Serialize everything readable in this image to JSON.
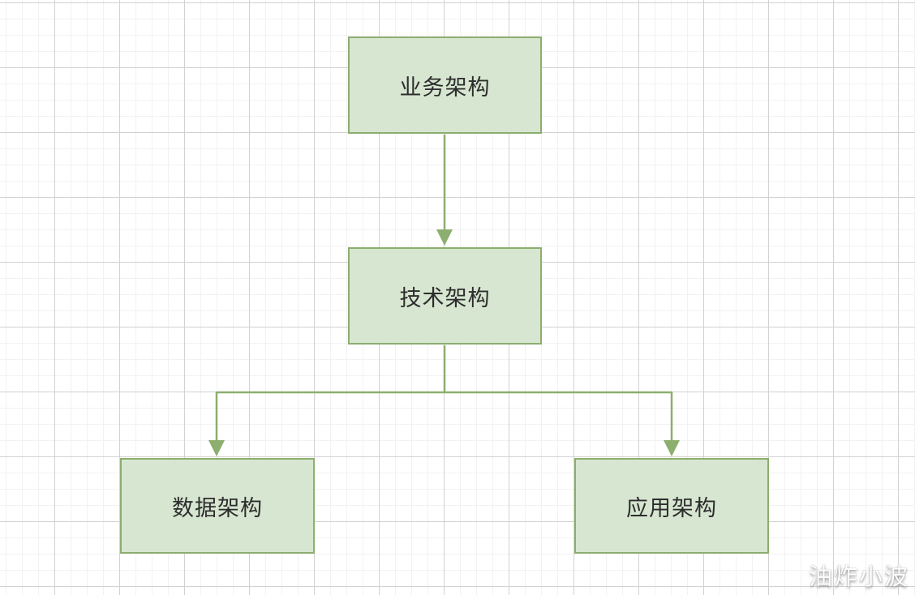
{
  "diagram": {
    "type": "flowchart",
    "nodes": [
      {
        "id": "business-architecture",
        "label": "业务架构"
      },
      {
        "id": "technical-architecture",
        "label": "技术架构"
      },
      {
        "id": "data-architecture",
        "label": "数据架构"
      },
      {
        "id": "application-architecture",
        "label": "应用架构"
      }
    ],
    "edges": [
      {
        "from": "business-architecture",
        "to": "technical-architecture",
        "arrow": "filled-triangle"
      },
      {
        "from": "technical-architecture",
        "to": "data-architecture",
        "arrow": "filled-triangle"
      },
      {
        "from": "technical-architecture",
        "to": "application-architecture",
        "arrow": "filled-triangle"
      }
    ],
    "colors": {
      "node_fill": "#d7e6d1",
      "node_stroke": "#8cae6e",
      "connector": "#8cae6e",
      "text": "#2d2d2d",
      "grid_minor": "#f2f2f5",
      "grid_major": "#d2d2d4",
      "background": "#ffffff"
    }
  },
  "watermark": {
    "text": "油炸小波"
  }
}
